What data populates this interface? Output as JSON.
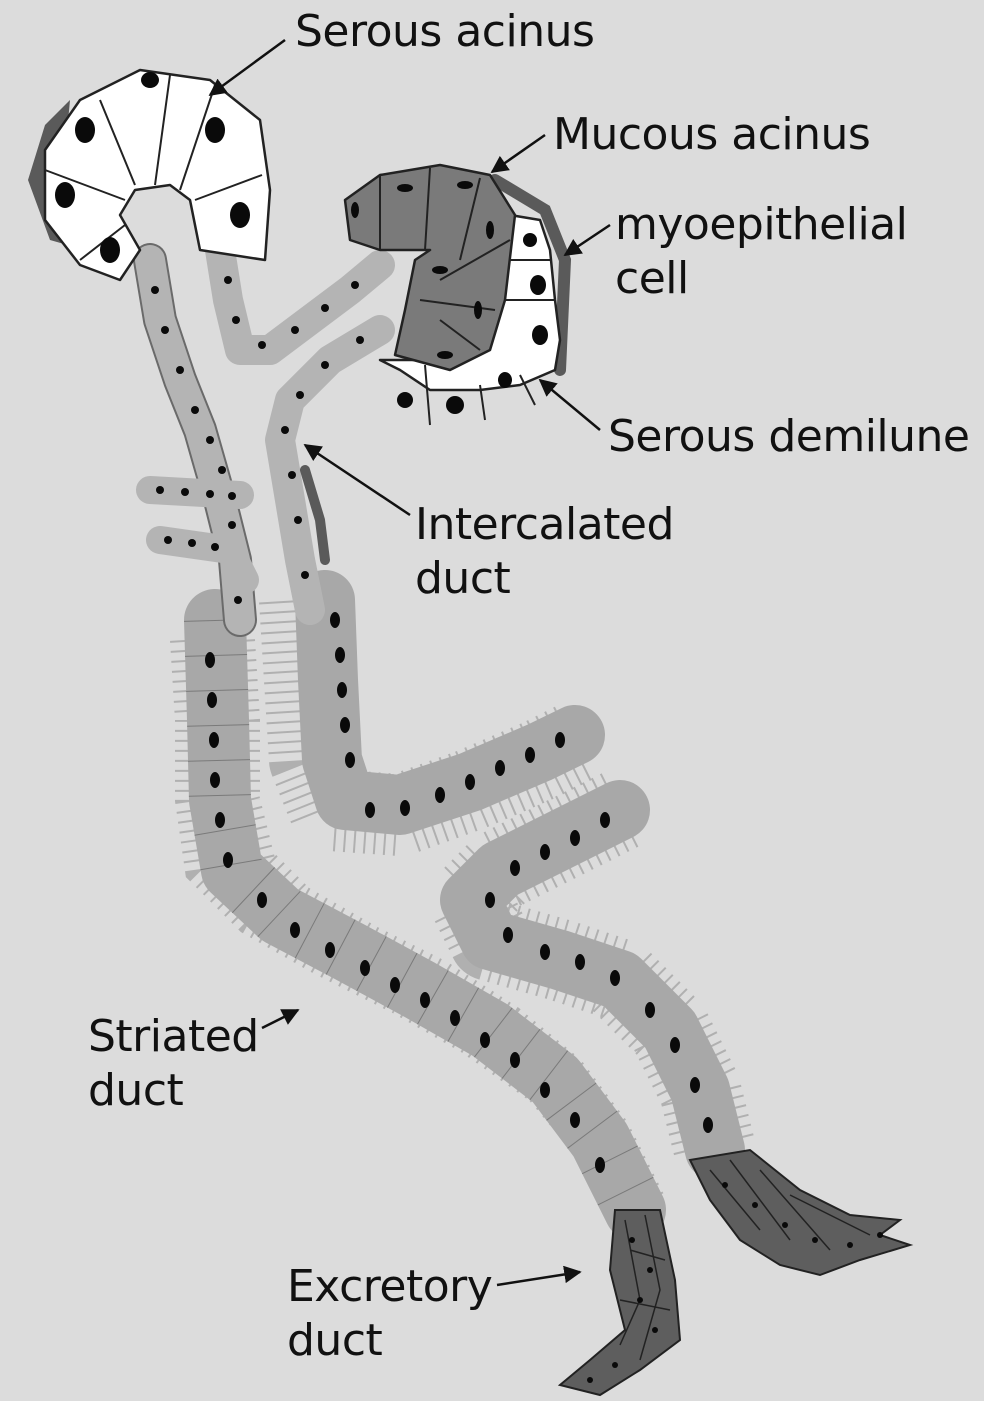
{
  "labels": {
    "serous_acinus": "Serous acinus",
    "mucous_acinus": "Mucous acinus",
    "myoepithelial_line1": "myoepithelial",
    "myoepithelial_line2": "cell",
    "serous_demilune": "Serous demilune",
    "intercalated_line1": "Intercalated",
    "intercalated_line2": "duct",
    "striated_line1": "Striated",
    "striated_line2": "duct",
    "excretory_line1": "Excretory",
    "excretory_line2": "duct"
  },
  "colors": {
    "background": "#dcdcdc",
    "serous_cell": "#ffffff",
    "mucous_cell": "#7a7a7a",
    "myoepithelial": "#5a5a5a",
    "intercalated_cell": "#b4b4b4",
    "striated_cell": "#a8a8a8",
    "excretory_cell": "#5e5e5e",
    "nucleus": "#0a0a0a"
  }
}
